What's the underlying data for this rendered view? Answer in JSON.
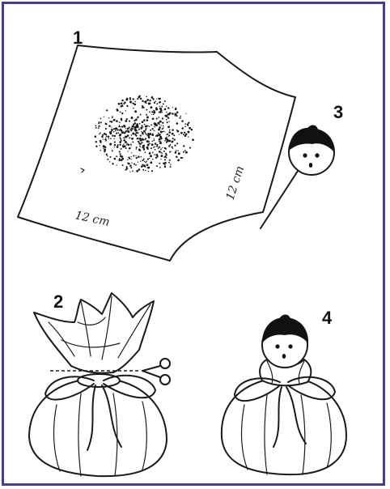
{
  "steps": [
    {
      "number": "1",
      "label_width": "12 cm",
      "label_height": "12 cm"
    },
    {
      "number": "2"
    },
    {
      "number": "3"
    },
    {
      "number": "4"
    }
  ],
  "colors": {
    "frame": "#4a3b8f",
    "ink": "#1a1a1a",
    "head": "#111111",
    "face": "#ffffff"
  }
}
